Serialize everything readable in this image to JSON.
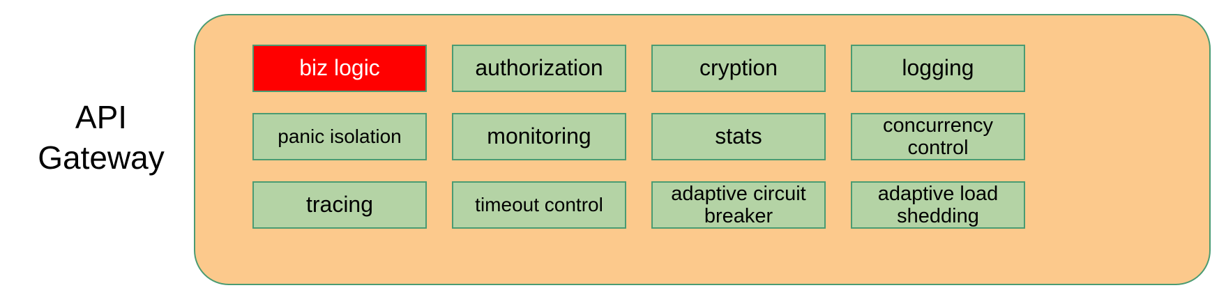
{
  "diagram": {
    "side_label": "API\nGateway",
    "container_name": "api-gateway-container",
    "colors": {
      "container_fill": "#fcc98c",
      "container_border": "#4a9b72",
      "cell_fill": "#b4d3a5",
      "cell_border": "#4a9b72",
      "highlight_fill": "#ff0000",
      "highlight_text": "#ffffff",
      "text": "#000000",
      "page_background": "#ffffff"
    },
    "rows": [
      {
        "cells": [
          {
            "label": "biz logic",
            "highlight": true,
            "lines": 1
          },
          {
            "label": "authorization",
            "highlight": false,
            "lines": 1
          },
          {
            "label": "cryption",
            "highlight": false,
            "lines": 1
          },
          {
            "label": "logging",
            "highlight": false,
            "lines": 1
          }
        ]
      },
      {
        "cells": [
          {
            "label": "panic isolation",
            "highlight": false,
            "lines": 1
          },
          {
            "label": "monitoring",
            "highlight": false,
            "lines": 1
          },
          {
            "label": "stats",
            "highlight": false,
            "lines": 1
          },
          {
            "label": "concurrency\ncontrol",
            "highlight": false,
            "lines": 2
          }
        ]
      },
      {
        "cells": [
          {
            "label": "tracing",
            "highlight": false,
            "lines": 1
          },
          {
            "label": "timeout control",
            "highlight": false,
            "lines": 1
          },
          {
            "label": "adaptive circuit\nbreaker",
            "highlight": false,
            "lines": 2
          },
          {
            "label": "adaptive load\nshedding",
            "highlight": false,
            "lines": 2
          }
        ]
      }
    ]
  }
}
